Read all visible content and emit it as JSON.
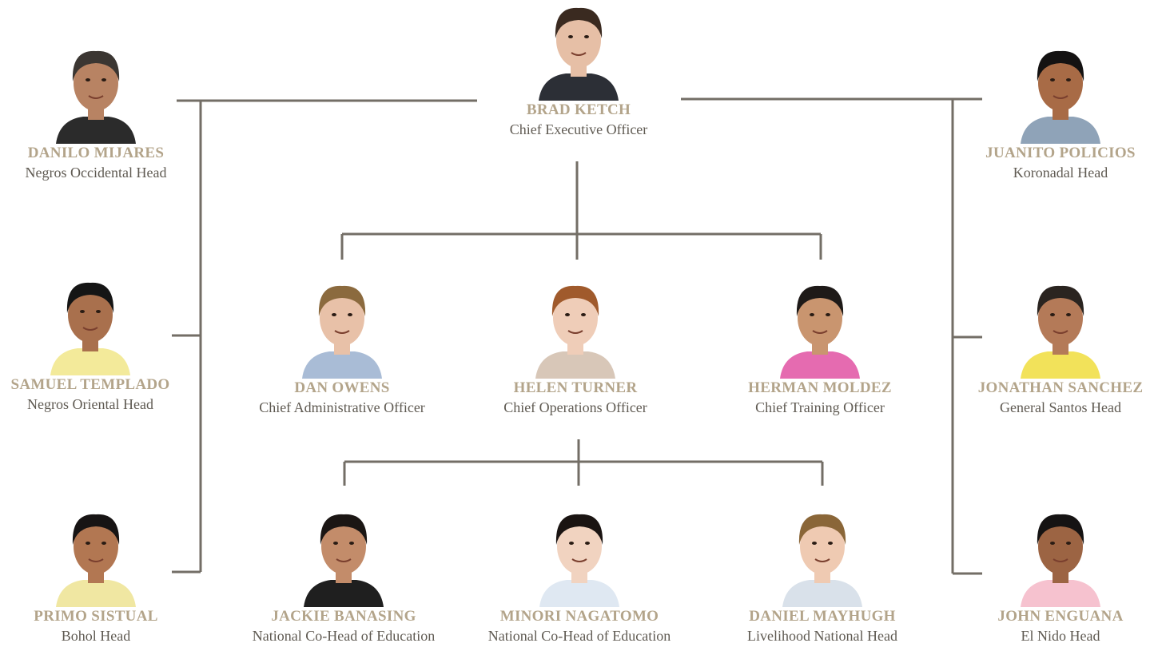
{
  "people": {
    "ceo": {
      "name": "BRAD KETCH",
      "role": "Chief Executive Officer",
      "skin": "#e6bfa6",
      "hair": "#3a2a20",
      "shirt": "#2c2f36"
    },
    "cao": {
      "name": "DAN OWENS",
      "role": "Chief Administrative Officer",
      "skin": "#e8c1a8",
      "hair": "#8b6a3e",
      "shirt": "#a9bcd6"
    },
    "coo": {
      "name": "HELEN TURNER",
      "role": "Chief Operations Officer",
      "skin": "#efcdb8",
      "hair": "#a05a2c",
      "shirt": "#d8c7b8"
    },
    "cto": {
      "name": "HERMAN MOLDEZ",
      "role": "Chief Training Officer",
      "skin": "#c9956f",
      "hair": "#1e1a18",
      "shirt": "#e56bb0"
    },
    "negros_occ": {
      "name": "DANILO MIJARES",
      "role": "Negros Occidental Head",
      "skin": "#b88363",
      "hair": "#3b3632",
      "shirt": "#2b2b2b"
    },
    "negros_ori": {
      "name": "SAMUEL TEMPLADO",
      "role": "Negros Oriental Head",
      "skin": "#a9704d",
      "hair": "#151515",
      "shirt": "#f3ea9a"
    },
    "bohol": {
      "name": "PRIMO SISTUAL",
      "role": "Bohol Head",
      "skin": "#b27752",
      "hair": "#171414",
      "shirt": "#f0e7a2"
    },
    "koronadal": {
      "name": "JUANITO POLICIOS",
      "role": "Koronadal Head",
      "skin": "#a86b46",
      "hair": "#141212",
      "shirt": "#8fa3b8"
    },
    "gensan": {
      "name": "JONATHAN SANCHEZ",
      "role": "General Santos Head",
      "skin": "#b47a58",
      "hair": "#2a2420",
      "shirt": "#f2e25a"
    },
    "elnido": {
      "name": "JOHN ENGUANA",
      "role": "El Nido Head",
      "skin": "#9c6443",
      "hair": "#151313",
      "shirt": "#f6c2cf"
    },
    "edu1": {
      "name": "JACKIE BANASING",
      "role": "National Co-Head of Education",
      "skin": "#c38c6a",
      "hair": "#1b1614",
      "shirt": "#1f1f1f"
    },
    "edu2": {
      "name": "MINORI NAGATOMO",
      "role": "National Co-Head of Education",
      "skin": "#f1d3c0",
      "hair": "#1a1412",
      "shirt": "#dfe8f2"
    },
    "livelihood": {
      "name": "DANIEL MAYHUGH",
      "role": "Livelihood National Head",
      "skin": "#efcab2",
      "hair": "#8a6638",
      "shirt": "#d9e1ea"
    }
  },
  "colors": {
    "line": "#736e66",
    "name": "#b3a48a",
    "role": "#5f5a52"
  }
}
